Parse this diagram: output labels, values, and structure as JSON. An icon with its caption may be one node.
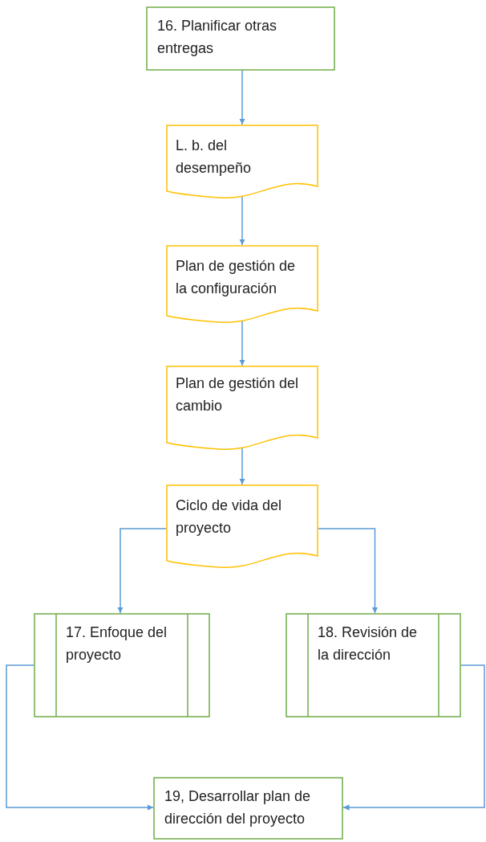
{
  "diagram": {
    "nodes": [
      {
        "text": [
          "16. Planificar otras entregas"
        ]
      },
      {
        "text": [
          "L. b. del desempeño"
        ]
      },
      {
        "text": [
          "Plan de gestión de la configuración"
        ]
      },
      {
        "text": [
          "Plan de gestión del cambio"
        ]
      },
      {
        "text": [
          "Ciclo de vida del proyecto"
        ]
      },
      {
        "text": [
          "17. Enfoque del proyecto"
        ]
      },
      {
        "text": [
          "18. Revisión de la dirección"
        ]
      },
      {
        "text": [
          "19, Desarrollar plan de dirección del proyecto"
        ]
      }
    ],
    "edges": [
      {
        "from": 0,
        "to": 1,
        "arrow": "to"
      },
      {
        "from": 1,
        "to": 2,
        "arrow": "to"
      },
      {
        "from": 2,
        "to": 3,
        "arrow": "to"
      },
      {
        "from": 3,
        "to": 4,
        "arrow": "to"
      },
      {
        "from": 4,
        "to": 5,
        "arrow": "to"
      },
      {
        "from": 4,
        "to": 6,
        "arrow": "to"
      },
      {
        "from": 5,
        "to": 7,
        "arrow": "to"
      },
      {
        "from": 6,
        "to": 7,
        "arrow": "to"
      }
    ]
  }
}
